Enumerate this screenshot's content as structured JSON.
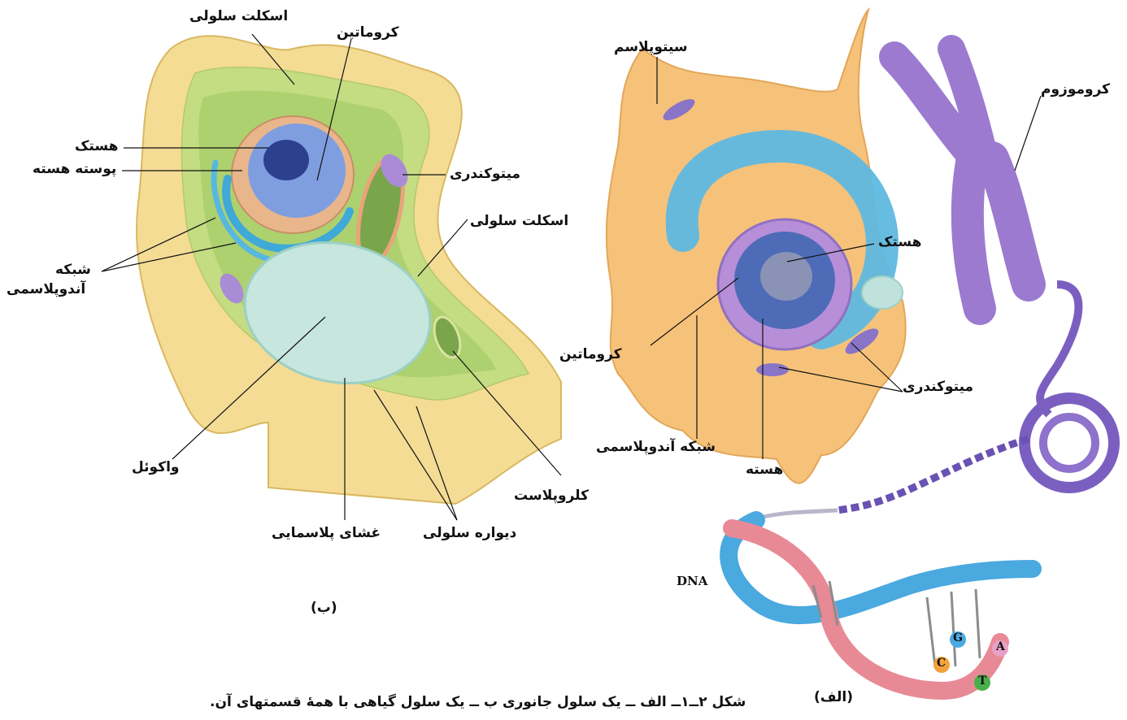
{
  "plant_cell": {
    "panel_label": "(ب)",
    "labels": {
      "cytoskeleton_top": "اسکلت سلولی",
      "chromatin": "کروماتین",
      "nucleolus": "هستک",
      "nuclear_envelope": "پوسته هسته",
      "mitochondria": "میتوکندری",
      "cytoskeleton_mid": "اسکلت سلولی",
      "er_line1": "شبکه",
      "er_line2": "آندوپلاسمی",
      "vacuole": "واکوئل",
      "chloroplast": "کلروپلاست",
      "plasma_membrane": "غشای پلاسمایی",
      "cell_wall": "دیواره سلولی"
    }
  },
  "animal_cell": {
    "panel_label": "(الف)",
    "labels": {
      "cytoplasm": "سیتوپلاسم",
      "nucleolus": "هستک",
      "chromatin": "کروماتین",
      "mitochondria": "میتوکندری",
      "er": "شبکه آندوپلاسمی",
      "nucleus": "هسته"
    }
  },
  "chromosome": {
    "chromosome": "کروموزوم",
    "dna": "DNA",
    "bases": [
      "C",
      "G",
      "T",
      "A"
    ]
  },
  "caption": "شکل ۲ــ۱ــ الف ــ یک سلول جانوری ب ــ یک سلول گیاهی با همهٔ قسمتهای آن.",
  "colors": {
    "cell_wall": "#f2d98a",
    "cytoplasm_plant": "#b9d77a",
    "vacuole": "#bfe3dc",
    "animal_cytoplasm": "#f6c27a",
    "nucleus_purple": "#a98bd6",
    "er_blue": "#5fb8e0",
    "chromosome": "#9b7ad0",
    "dna_blue": "#4aa9df",
    "dna_red": "#e88a96"
  }
}
